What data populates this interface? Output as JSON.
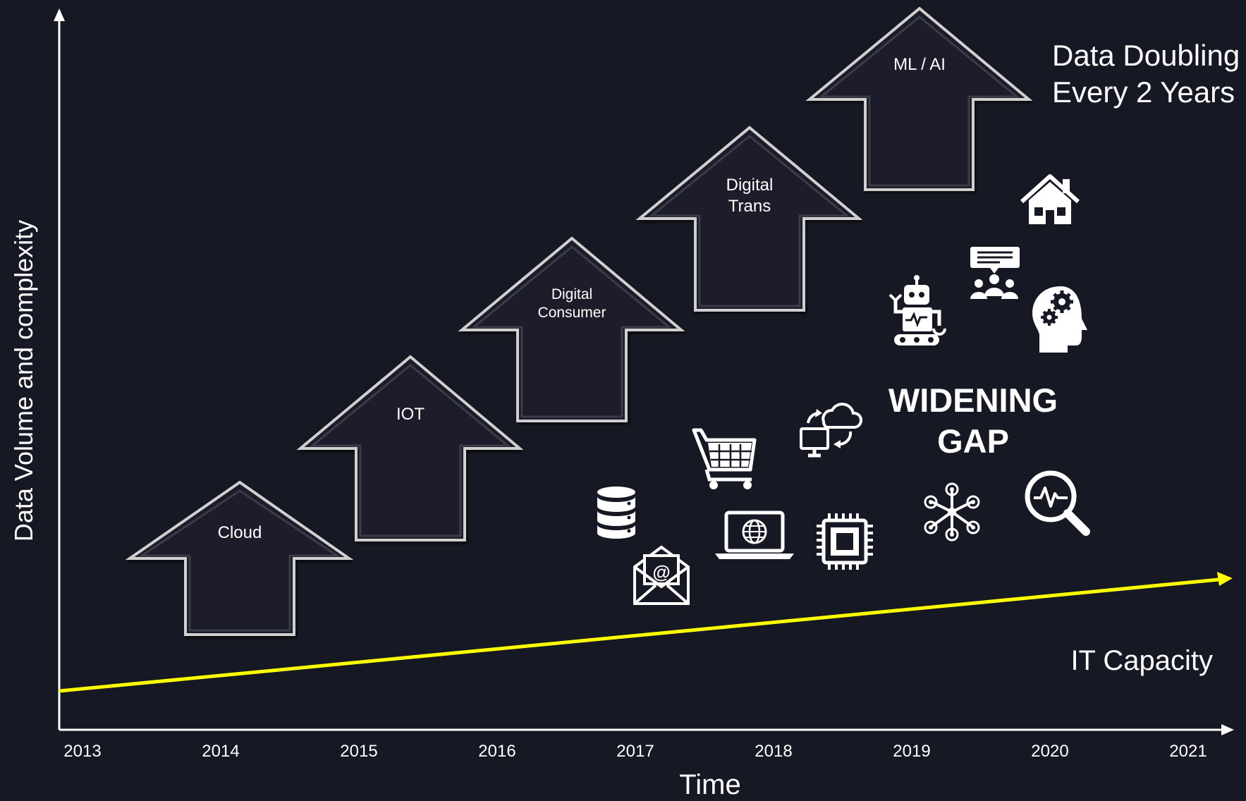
{
  "axes": {
    "x_title": "Time",
    "y_title": "Data Volume and complexity",
    "x_ticks": [
      "2013",
      "2014",
      "2015",
      "2016",
      "2017",
      "2018",
      "2019",
      "2020",
      "2021"
    ]
  },
  "stages": [
    {
      "lines": [
        "Cloud"
      ]
    },
    {
      "lines": [
        "IOT"
      ]
    },
    {
      "lines": [
        "Digital",
        "Consumer"
      ]
    },
    {
      "lines": [
        "Digital",
        "Trans"
      ]
    },
    {
      "lines": [
        "ML / AI"
      ]
    }
  ],
  "headline": {
    "line1": "Data Doubling",
    "line2": "Every 2 Years"
  },
  "gap": {
    "line1": "WIDENING",
    "line2": "GAP"
  },
  "capacity": {
    "label": "IT Capacity",
    "color": "#ffff00"
  },
  "colors": {
    "background": "#161823",
    "arrow_fill": "#1c1f29",
    "arrow_border": "#d0d0d0",
    "axis": "#ffffff"
  },
  "icons": [
    "database-icon",
    "email-icon",
    "shopping-cart-icon",
    "laptop-globe-icon",
    "cloud-sync-icon",
    "cpu-chip-icon",
    "robot-icon",
    "meeting-icon",
    "network-icon",
    "house-icon",
    "brain-gears-icon",
    "analytics-search-icon"
  ]
}
